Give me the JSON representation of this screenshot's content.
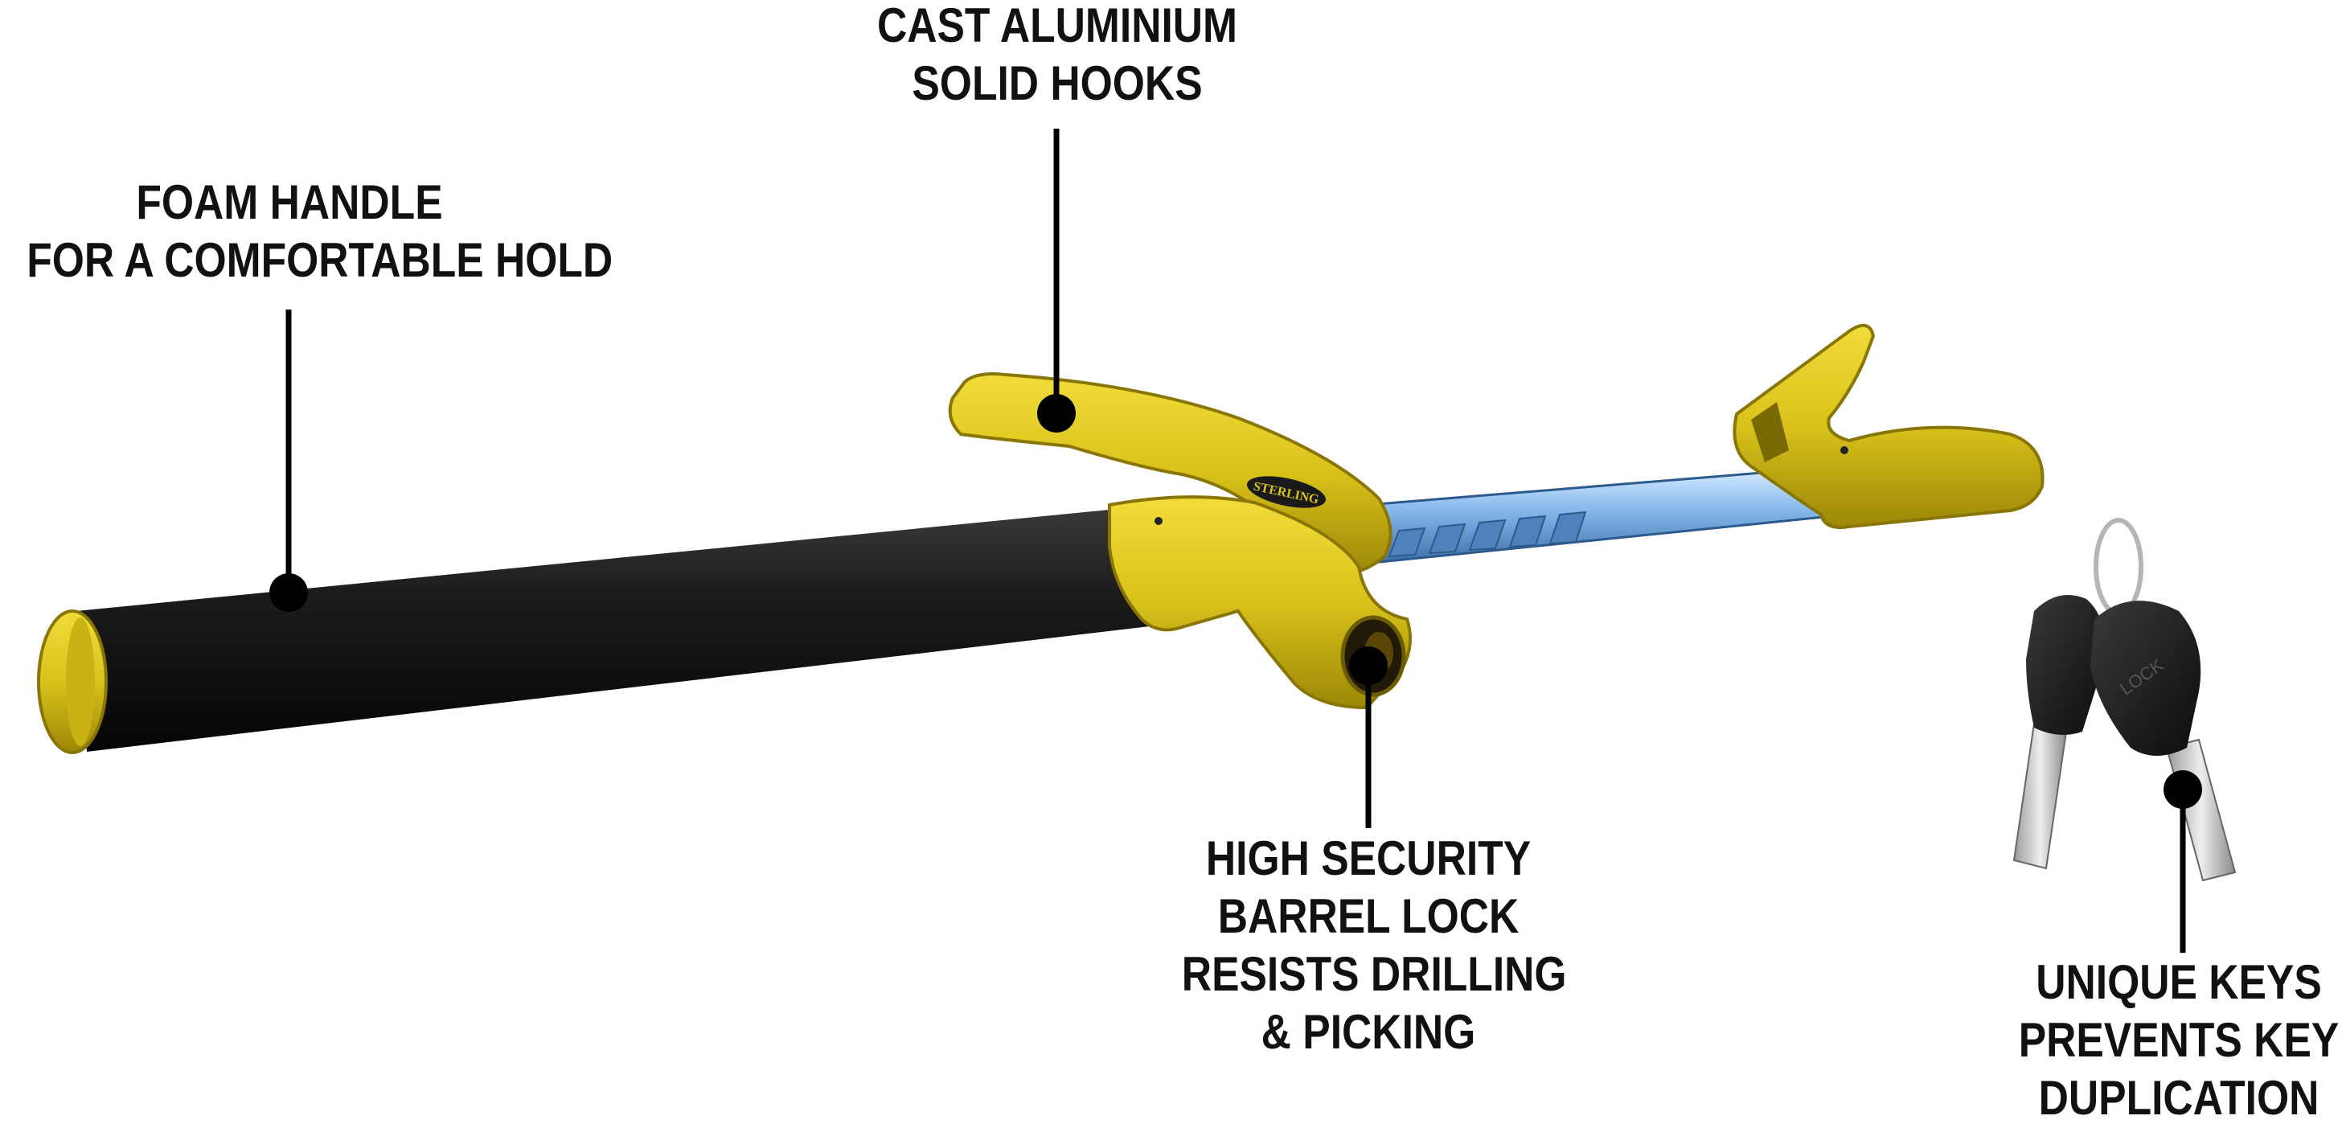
{
  "callouts": {
    "hooks": {
      "line1": "CAST ALUMINIUM",
      "line2": "SOLID HOOKS"
    },
    "handle": {
      "line1": "FOAM HANDLE",
      "line2": "FOR A COMFORTABLE HOLD"
    },
    "lock": {
      "line1": "HIGH SECURITY",
      "line2": "BARREL LOCK",
      "line3": "RESISTS DRILLING",
      "line4": "& PICKING"
    },
    "keys": {
      "line1": "UNIQUE KEYS",
      "line2": "PREVENTS KEY",
      "line3": "DUPLICATION"
    }
  },
  "logo": {
    "text": "STERLING"
  },
  "key_fob": {
    "text": "LOCK"
  },
  "colors": {
    "yellow": "#d8c21a",
    "yellow_dark": "#a8930c",
    "foam": "#161616",
    "shaft": "#7fb3e8",
    "leader": "#000000",
    "text": "#111111"
  }
}
